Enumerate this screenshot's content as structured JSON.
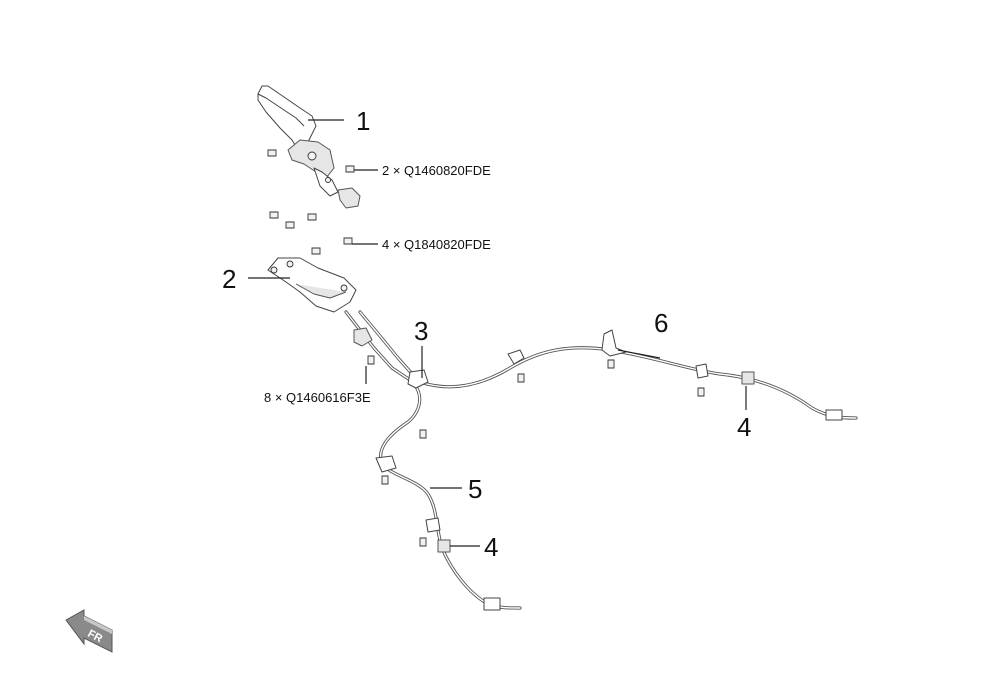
{
  "callouts": {
    "c1": "1",
    "c2": "2",
    "c3": "3",
    "c4a": "4",
    "c4b": "4",
    "c5": "5",
    "c6": "6"
  },
  "fastener_notes": {
    "n1": "2 × Q1460820FDE",
    "n2": "4 × Q1840820FDE",
    "n3": "8 × Q1460616F3E"
  },
  "direction_marker": {
    "label": "FR"
  }
}
